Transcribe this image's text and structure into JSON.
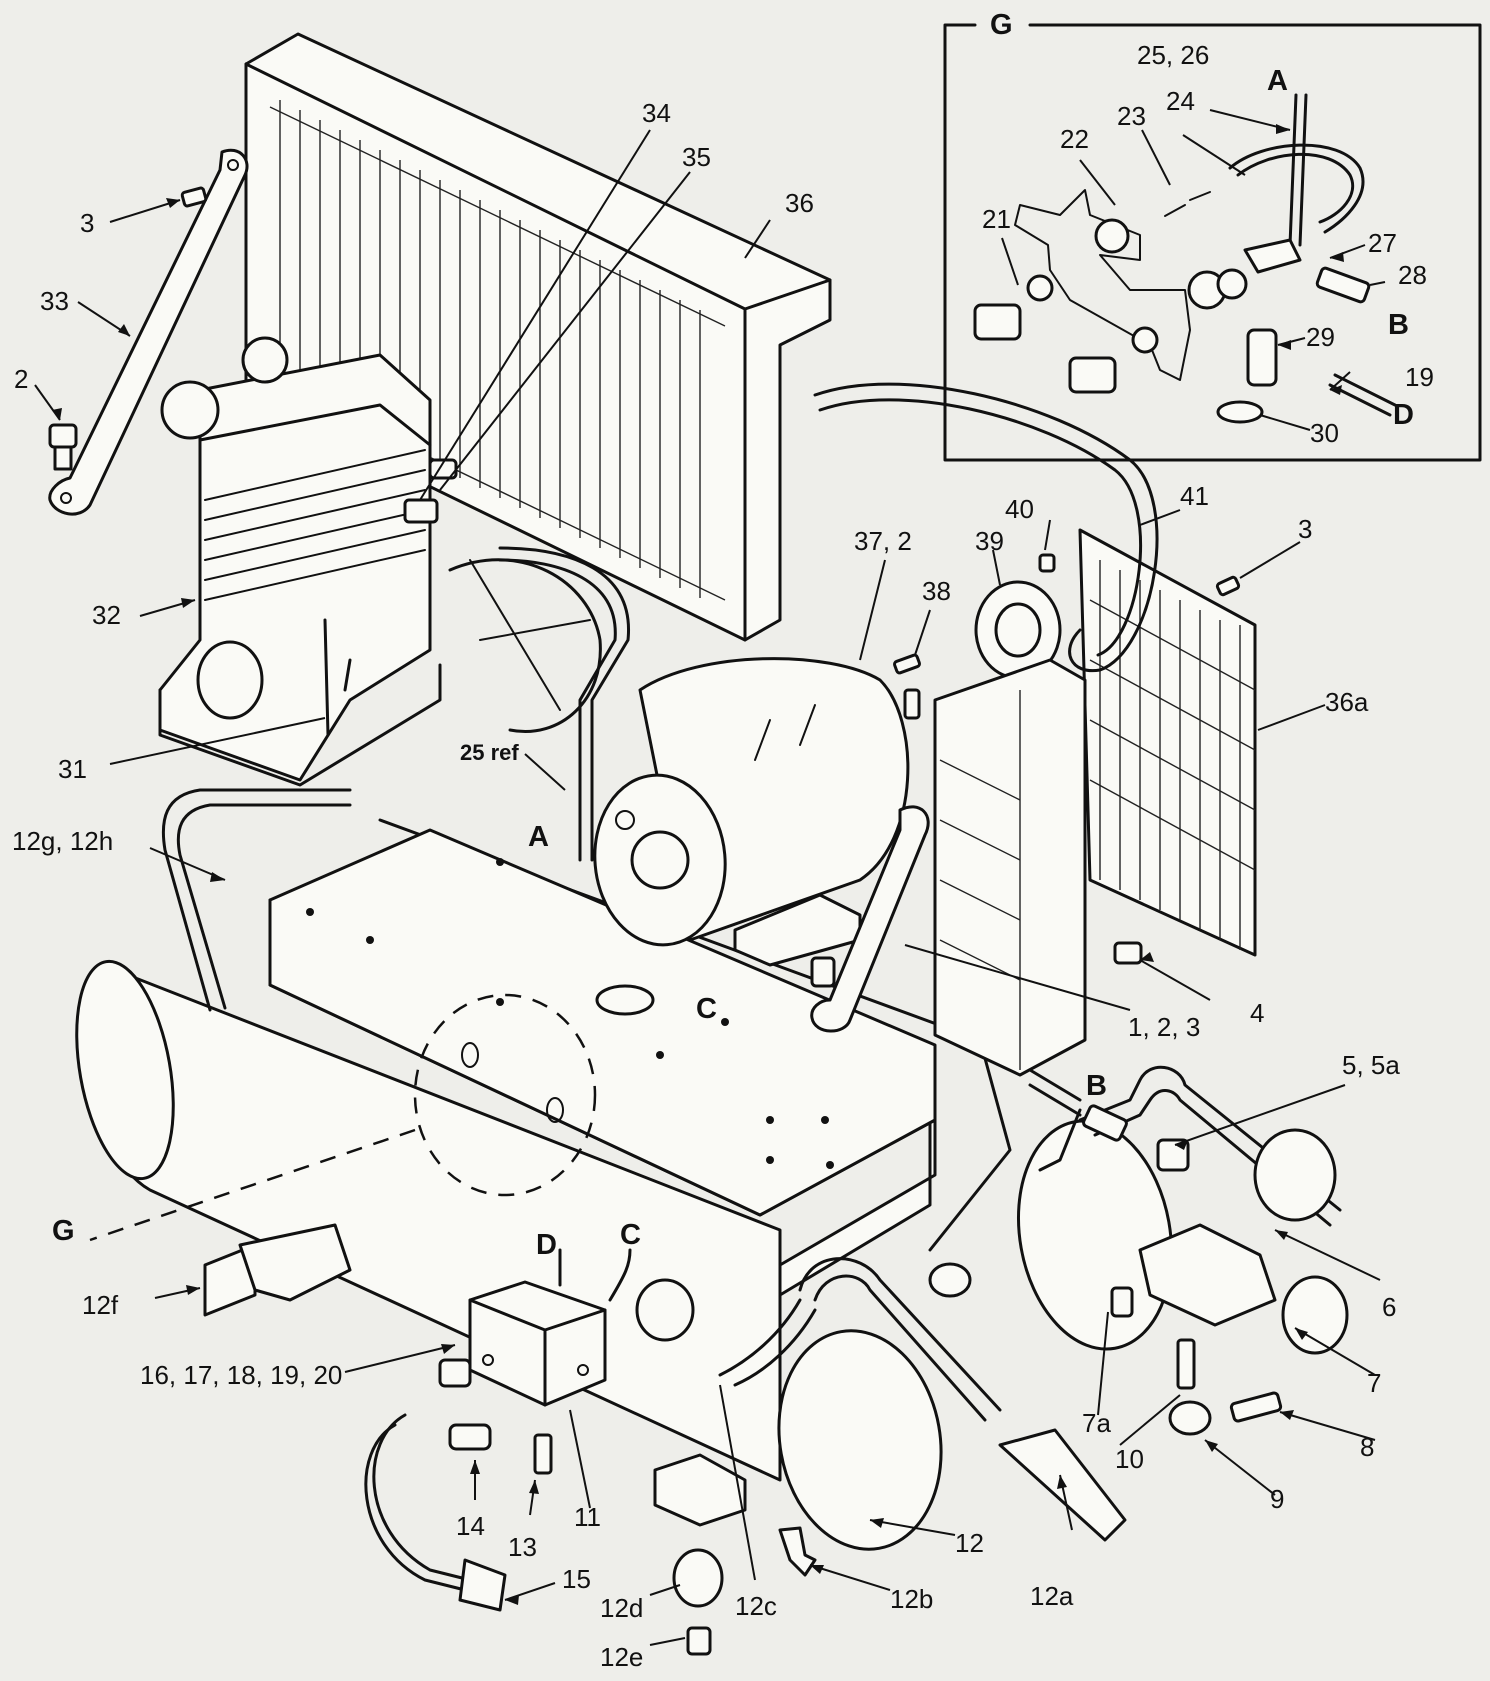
{
  "inset": {
    "title": "G"
  },
  "part_labels": {
    "p2_left": "2",
    "p3_top_left": "3",
    "p33": "33",
    "p34": "34",
    "p35": "35",
    "p36": "36",
    "p32": "32",
    "p31": "31",
    "p25ref": "25 ref",
    "pA_main": "A",
    "p12g12h": "12g, 12h",
    "p37_2": "37, 2",
    "p38": "38",
    "p39": "39",
    "p40": "40",
    "p41": "41",
    "p3_right": "3",
    "p36a": "36a",
    "p4": "4",
    "p1_2_3": "1, 2, 3",
    "pC_mid": "C",
    "pB_main": "B",
    "p5_5a": "5, 5a",
    "p6": "6",
    "p7": "7",
    "p7a": "7a",
    "p8": "8",
    "p9": "9",
    "p10": "10",
    "pG_main": "G",
    "p12f": "12f",
    "pD_main": "D",
    "pC_main": "C",
    "p16_20": "16, 17, 18, 19, 20",
    "p14": "14",
    "p13": "13",
    "p11": "11",
    "p12c": "12c",
    "p12": "12",
    "p12a": "12a",
    "p12b": "12b",
    "p12d": "12d",
    "p12e": "12e",
    "p15": "15",
    "g25_26": "25, 26",
    "gA": "A",
    "g24": "24",
    "g23": "23",
    "g22": "22",
    "g21": "21",
    "g27": "27",
    "g28": "28",
    "gB": "B",
    "g29": "29",
    "g19": "19",
    "gD": "D",
    "g30": "30"
  }
}
